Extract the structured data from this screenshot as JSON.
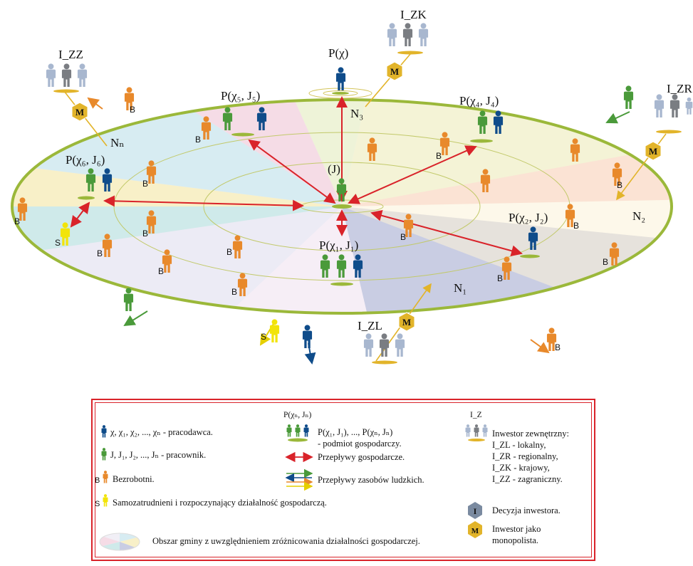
{
  "colors": {
    "employer": "#0f4c8a",
    "worker": "#4a9a3a",
    "unemployed": "#e8892b",
    "self_employed": "#f2e40a",
    "investor": "#a8b7cf",
    "investor_dark": "#7a7d82",
    "monopolist": "#e2b42a",
    "ellipse_border": "#9bb83a",
    "economic_flow": "#d9232a",
    "legend_border": "#d9232a"
  },
  "diagram": {
    "center": "(J)",
    "p_chi": "P(χ)",
    "p1": "P(χ₁, J₁)",
    "p2": "P(χ₂, J₂)",
    "p4": "P(χ₄, J₄)",
    "p5": "P(χ₅, J₅)",
    "p6": "P(χ₆, J₆)",
    "n1": "N₁",
    "n2": "N₂",
    "n3": "N₃",
    "nn": "Nₙ",
    "izk": "I_ZK",
    "izz": "I_ZZ",
    "izr": "I_ZR",
    "izl": "I_ZL",
    "b": "B",
    "s": "S",
    "m": "M"
  },
  "legend": {
    "employer": "χ, χ₁, χ₂, ..., χₙ - pracodawca.",
    "worker": "J, J₁, J₂, ..., Jₙ - pracownik.",
    "unemployed": "Bezrobotni.",
    "self_employed": "Samozatrudnieni i rozpoczynający działalność gospodarczą.",
    "area": "Obszar gminy z uwzględnieniem zróżnicowania działalności gospodarczej.",
    "entity_head": "P(χₙ, Jₙ)",
    "entity_line1": "P(χ₁, J₁), ..., P(χₙ, Jₙ)",
    "entity_line2": "- podmiot gospodarczy.",
    "economic_flows": "Przepływy gospodarcze.",
    "hr_flows": "Przepływy zasobów ludzkich.",
    "iz_head": "I_Z",
    "investor_title": "Inwestor zewnętrzny:",
    "izl": "I_ZL - lokalny,",
    "izr": "I_ZR - regionalny,",
    "izk": "I_ZK - krajowy,",
    "izz": "I_ZZ - zagraniczny.",
    "decision": "Decyzja inwestora.",
    "mono1": "Inwestor jako",
    "mono2": "monopolista.",
    "b": "B",
    "s": "S",
    "i": "I",
    "m": "M"
  }
}
